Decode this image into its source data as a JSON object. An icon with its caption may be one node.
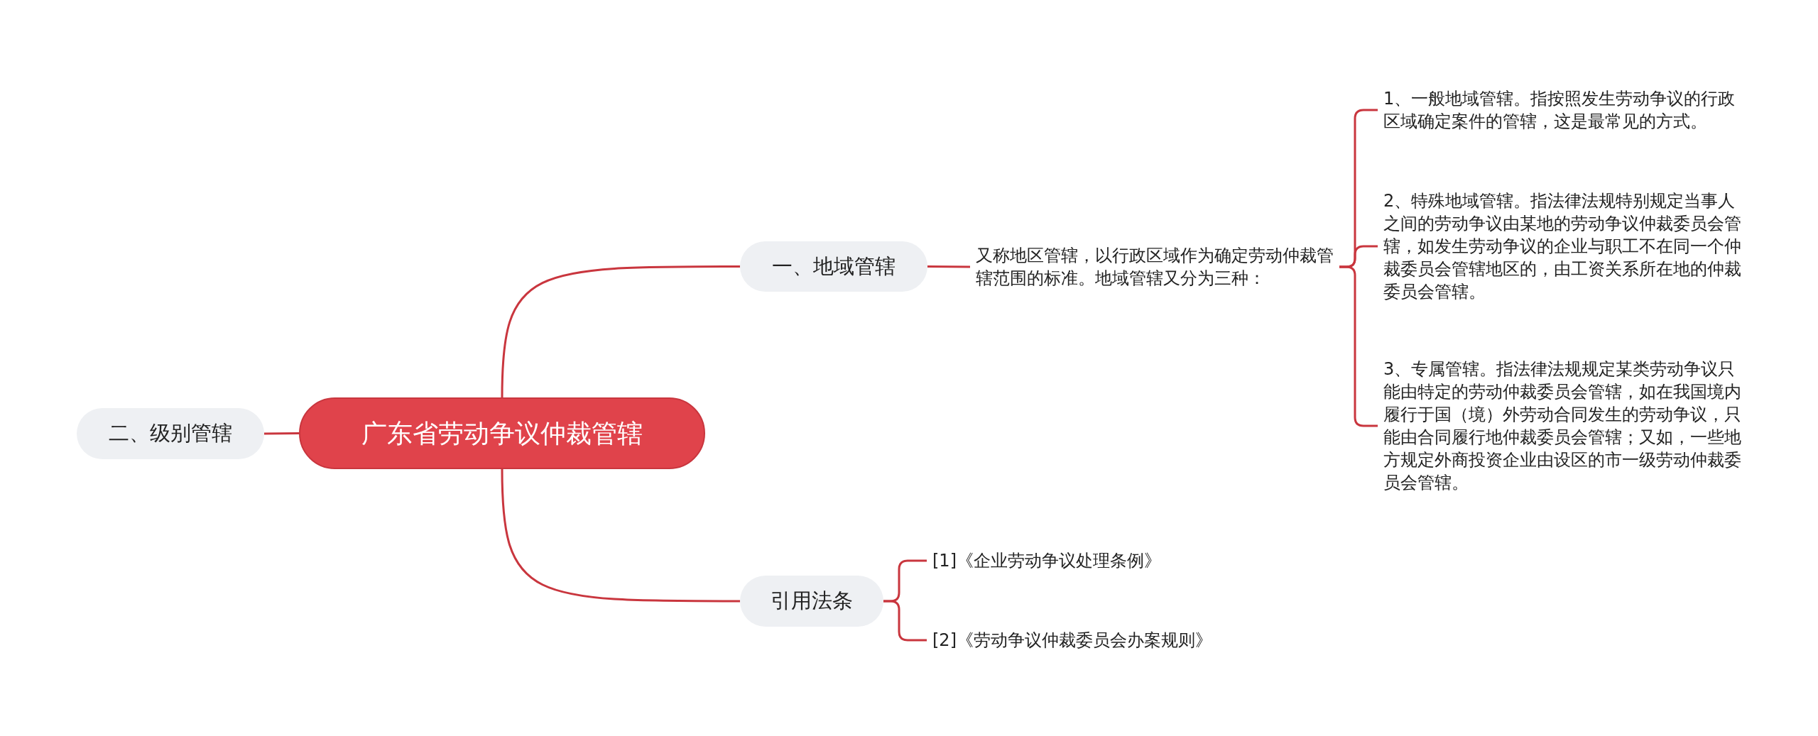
{
  "diagram": {
    "nodes": [
      {
        "text": [
          "广东省劳动争议仲裁管辖"
        ]
      },
      {
        "text": [
          "二、级别管辖"
        ]
      },
      {
        "text": [
          "一、地域管辖"
        ]
      },
      {
        "text": [
          "又称地区管辖，以行政区域作为确定劳动仲裁管辖范围的标准。地域管辖又分为三种："
        ]
      },
      {
        "text": [
          "1、一般地域管辖。指按照发生劳动争议的行政区域确定案件的管辖，这是最常见的方式。"
        ]
      },
      {
        "text": [
          "2、特殊地域管辖。指法律法规特别规定当事人之间的劳动争议由某地的劳动争议仲裁委员会管辖，如发生劳动争议的企业与职工不在同一个仲裁委员会管辖地区的，由工资关系所在地的仲裁委员会管辖。"
        ]
      },
      {
        "text": [
          "3、专属管辖。指法律法规规定某类劳动争议只能由特定的劳动仲裁委员会管辖，如在我国境内履行于国（境）外劳动合同发生的劳动争议，只能由合同履行地仲裁委员会管辖；又如，一些地方规定外商投资企业由设区的市一级劳动仲裁委员会管辖。"
        ]
      },
      {
        "text": [
          "引用法条"
        ]
      },
      {
        "text": [
          "[1]《企业劳动争议处理条例》"
        ]
      },
      {
        "text": [
          "[2]《劳动争议仲裁委员会办案规则》"
        ]
      }
    ],
    "edges": [
      {
        "from": 0,
        "to": 1,
        "arrow": "none"
      },
      {
        "from": 0,
        "to": 2,
        "arrow": "none"
      },
      {
        "from": 2,
        "to": 3,
        "arrow": "none"
      },
      {
        "from": 3,
        "to": 4,
        "arrow": "none"
      },
      {
        "from": 3,
        "to": 5,
        "arrow": "none"
      },
      {
        "from": 3,
        "to": 6,
        "arrow": "none"
      },
      {
        "from": 0,
        "to": 7,
        "arrow": "none"
      },
      {
        "from": 7,
        "to": 8,
        "arrow": "none"
      },
      {
        "from": 7,
        "to": 9,
        "arrow": "none"
      }
    ]
  }
}
